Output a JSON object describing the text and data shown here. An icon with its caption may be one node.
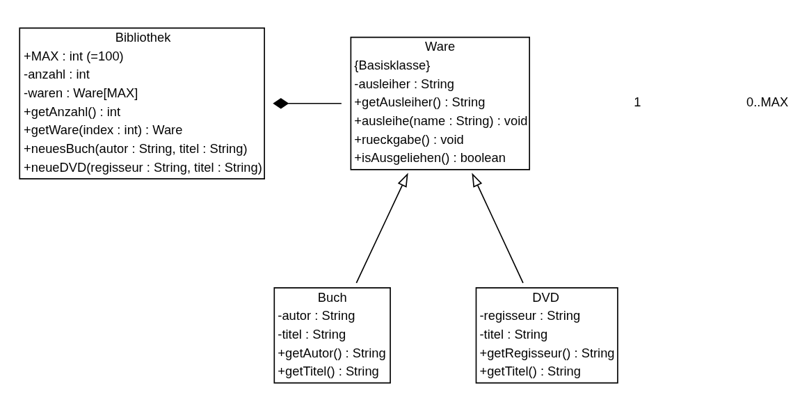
{
  "diagram": {
    "nodes": [
      {
        "text": [
          "Bibliothek",
          "+MAX : int (=100)",
          "-anzahl : int",
          "-waren : Ware[MAX]",
          "+getAnzahl() : int",
          "+getWare(index : int) : Ware",
          "+neuesBuch(autor : String, titel : String)",
          "+neueDVD(regisseur : String, titel : String)"
        ]
      },
      {
        "text": [
          "Ware",
          "{Basisklasse}",
          "-ausleiher : String",
          "+getAusleiher() : String",
          "+ausleihe(name : String) : void",
          "+rueckgabe() : void",
          "+isAusgeliehen() : boolean"
        ]
      },
      {
        "text": [
          "Buch",
          "-autor : String",
          "-titel : String",
          "+getAutor() : String",
          "+getTitel() : String"
        ]
      },
      {
        "text": [
          "DVD",
          "-regisseur : String",
          "-titel : String",
          "+getRegisseur() : String",
          "+getTitel() : String"
        ]
      }
    ],
    "edges": [
      {
        "from": 0,
        "to": 1,
        "arrow": "other"
      },
      {
        "from": 2,
        "to": 1,
        "arrow": "to"
      },
      {
        "from": 3,
        "to": 1,
        "arrow": "to"
      }
    ],
    "labels": [
      "1",
      "0..MAX"
    ]
  }
}
